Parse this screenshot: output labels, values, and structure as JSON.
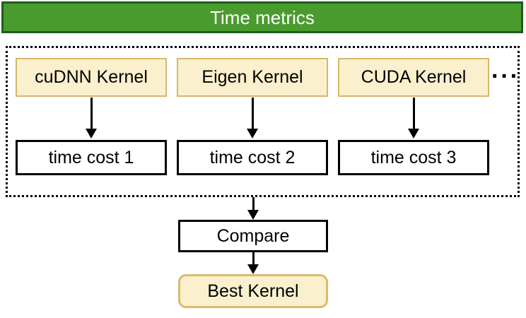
{
  "header": {
    "title": "Time metrics"
  },
  "diagram": {
    "columns": [
      {
        "kernel": "cuDNN Kernel",
        "time_cost": "time cost 1"
      },
      {
        "kernel": "Eigen Kernel",
        "time_cost": "time cost 2"
      },
      {
        "kernel": "CUDA Kernel",
        "time_cost": "time cost 3"
      }
    ],
    "ellipsis": "···",
    "compare": "Compare",
    "best_kernel": "Best Kernel"
  },
  "colors": {
    "header_bg": "#4a9b2e",
    "header_border": "#1f5c1f",
    "kernel_fill": "#faf0cd",
    "kernel_border": "#d8b76a",
    "best_border": "#ddb96b",
    "line": "#000000",
    "header_text": "#ffffff"
  }
}
